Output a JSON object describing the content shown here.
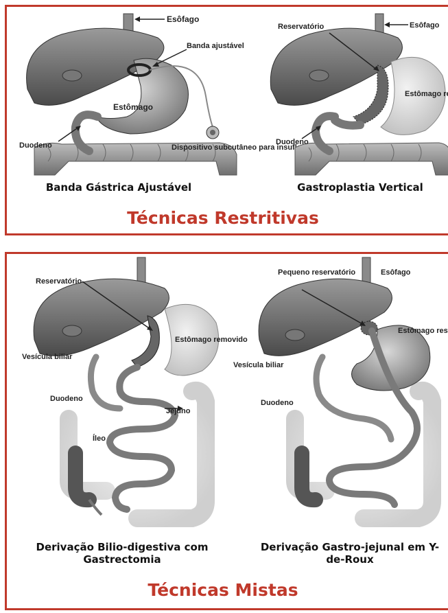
{
  "colors": {
    "border": "#c0392b",
    "section_title": "#c0392b"
  },
  "top": {
    "left": {
      "caption": "Banda Gástrica Ajustável",
      "labels": {
        "esofago": "Esôfago",
        "banda": "Banda ajustável",
        "estomago": "Estômago",
        "duodeno": "Duodeno",
        "dispositivo": "Dispositivo subcutâneo para insuflação"
      }
    },
    "right": {
      "caption": "Gastroplastia Vertical",
      "labels": {
        "reservatorio": "Reservatório",
        "esofago": "Esôfago",
        "estomago": "Estômago removido",
        "duodeno": "Duodeno"
      }
    },
    "section_title": "Técnicas Restritivas"
  },
  "bottom": {
    "left": {
      "caption": "Derivação Bilio-digestiva com Gastrectomia",
      "labels": {
        "reservatorio": "Reservatório",
        "vesicula": "Vesícula biliar",
        "estomago": "Estômago removido",
        "duodeno": "Duodeno",
        "jejuno": "Jejuno",
        "ileo": "Íleo"
      }
    },
    "right": {
      "caption": "Derivação Gastro-jejunal em Y-de-Roux",
      "labels": {
        "pequeno": "Pequeno reservatório",
        "esofago": "Esôfago",
        "estomago": "Estômago restante",
        "vesicula": "Vesícula biliar",
        "duodeno": "Duodeno"
      }
    },
    "section_title": "Técnicas Mistas"
  }
}
